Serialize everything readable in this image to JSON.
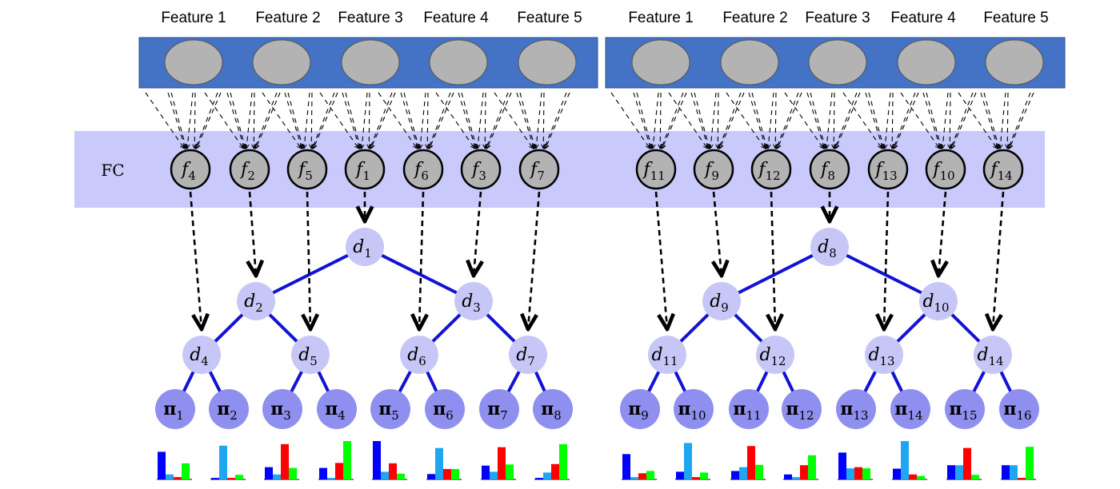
{
  "colors": {
    "feature_bar": "#4472c4",
    "feature_bar_border": "#2f4f8f",
    "feature_node": "#b3b3b3",
    "fc_band": "#c9c9fb",
    "fc_node": "#b3b3b3",
    "decision_node": "#c7c7f7",
    "leaf_node": "#8f8fef",
    "tree_edge": "#1212d6",
    "hist_blue": "#0000ff",
    "hist_cyan": "#1ea7f0",
    "hist_red": "#ff0000",
    "hist_green": "#00ff00"
  },
  "fc_label": "FC",
  "trees": [
    {
      "features": [
        "Feature 1",
        "Feature 2",
        "Feature 3",
        "Feature 4",
        "Feature 5"
      ],
      "fc_nodes": [
        {
          "base": "f",
          "sub": "4"
        },
        {
          "base": "f",
          "sub": "2"
        },
        {
          "base": "f",
          "sub": "5"
        },
        {
          "base": "f",
          "sub": "1"
        },
        {
          "base": "f",
          "sub": "6"
        },
        {
          "base": "f",
          "sub": "3"
        },
        {
          "base": "f",
          "sub": "7"
        }
      ],
      "decision_nodes": [
        {
          "base": "d",
          "sub": "1"
        },
        {
          "base": "d",
          "sub": "2"
        },
        {
          "base": "d",
          "sub": "3"
        },
        {
          "base": "d",
          "sub": "4"
        },
        {
          "base": "d",
          "sub": "5"
        },
        {
          "base": "d",
          "sub": "6"
        },
        {
          "base": "d",
          "sub": "7"
        }
      ],
      "leaves": [
        {
          "base": "π",
          "sub": "1"
        },
        {
          "base": "π",
          "sub": "2"
        },
        {
          "base": "π",
          "sub": "3"
        },
        {
          "base": "π",
          "sub": "4"
        },
        {
          "base": "π",
          "sub": "5"
        },
        {
          "base": "π",
          "sub": "6"
        },
        {
          "base": "π",
          "sub": "7"
        },
        {
          "base": "π",
          "sub": "8"
        }
      ],
      "histograms": [
        [
          0.72,
          0.13,
          0.06,
          0.42
        ],
        [
          0.04,
          0.88,
          0.04,
          0.12
        ],
        [
          0.32,
          0.13,
          0.92,
          0.3
        ],
        [
          0.3,
          0.04,
          0.43,
          1.0
        ],
        [
          1.0,
          0.2,
          0.42,
          0.15
        ],
        [
          0.14,
          0.82,
          0.27,
          0.27
        ],
        [
          0.36,
          0.2,
          0.84,
          0.39
        ],
        [
          0.04,
          0.18,
          0.4,
          0.92
        ]
      ]
    },
    {
      "features": [
        "Feature 1",
        "Feature 2",
        "Feature 3",
        "Feature 4",
        "Feature 5"
      ],
      "fc_nodes": [
        {
          "base": "f",
          "sub": "11"
        },
        {
          "base": "f",
          "sub": "9"
        },
        {
          "base": "f",
          "sub": "12"
        },
        {
          "base": "f",
          "sub": "8"
        },
        {
          "base": "f",
          "sub": "13"
        },
        {
          "base": "f",
          "sub": "10"
        },
        {
          "base": "f",
          "sub": "14"
        }
      ],
      "decision_nodes": [
        {
          "base": "d",
          "sub": "8"
        },
        {
          "base": "d",
          "sub": "9"
        },
        {
          "base": "d",
          "sub": "10"
        },
        {
          "base": "d",
          "sub": "11"
        },
        {
          "base": "d",
          "sub": "12"
        },
        {
          "base": "d",
          "sub": "13"
        },
        {
          "base": "d",
          "sub": "14"
        }
      ],
      "leaves": [
        {
          "base": "π",
          "sub": "9"
        },
        {
          "base": "π",
          "sub": "10"
        },
        {
          "base": "π",
          "sub": "11"
        },
        {
          "base": "π",
          "sub": "12"
        },
        {
          "base": "π",
          "sub": "13"
        },
        {
          "base": "π",
          "sub": "14"
        },
        {
          "base": "π",
          "sub": "15"
        },
        {
          "base": "π",
          "sub": "16"
        }
      ],
      "histograms": [
        [
          0.66,
          0.06,
          0.16,
          0.22
        ],
        [
          0.2,
          0.95,
          0.06,
          0.18
        ],
        [
          0.22,
          0.32,
          0.87,
          0.38
        ],
        [
          0.13,
          0.06,
          0.37,
          0.63
        ],
        [
          0.7,
          0.29,
          0.32,
          0.29
        ],
        [
          0.28,
          1.0,
          0.13,
          0.09
        ],
        [
          0.37,
          0.37,
          0.82,
          0.12
        ],
        [
          0.37,
          0.37,
          0.04,
          0.85
        ]
      ]
    }
  ]
}
